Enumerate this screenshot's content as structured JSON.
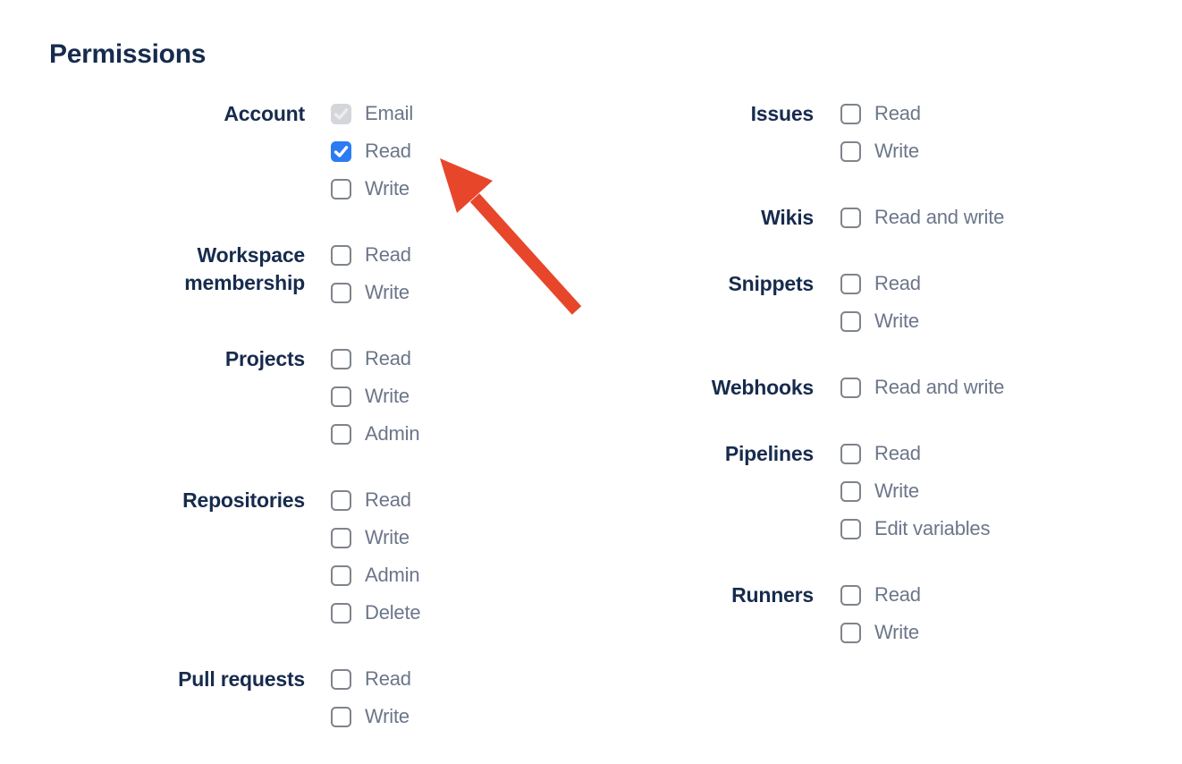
{
  "heading": "Permissions",
  "colors": {
    "label_color": "#172b4d",
    "option_color": "#6b7689",
    "unchecked_border": "#7f848b",
    "checked_bg": "#2b7cf2",
    "disabled_bg": "#d4d6d9",
    "disabled_check": "#ebedef",
    "arrow": "#e7462b"
  },
  "columns": [
    {
      "groups": [
        {
          "label": "Account",
          "options": [
            {
              "label": "Email",
              "state": "checked-disabled"
            },
            {
              "label": "Read",
              "state": "checked"
            },
            {
              "label": "Write",
              "state": "unchecked"
            }
          ]
        },
        {
          "label": "Workspace membership",
          "options": [
            {
              "label": "Read",
              "state": "unchecked"
            },
            {
              "label": "Write",
              "state": "unchecked"
            }
          ]
        },
        {
          "label": "Projects",
          "options": [
            {
              "label": "Read",
              "state": "unchecked"
            },
            {
              "label": "Write",
              "state": "unchecked"
            },
            {
              "label": "Admin",
              "state": "unchecked"
            }
          ]
        },
        {
          "label": "Repositories",
          "options": [
            {
              "label": "Read",
              "state": "unchecked"
            },
            {
              "label": "Write",
              "state": "unchecked"
            },
            {
              "label": "Admin",
              "state": "unchecked"
            },
            {
              "label": "Delete",
              "state": "unchecked"
            }
          ]
        },
        {
          "label": "Pull requests",
          "options": [
            {
              "label": "Read",
              "state": "unchecked"
            },
            {
              "label": "Write",
              "state": "unchecked"
            }
          ]
        }
      ]
    },
    {
      "groups": [
        {
          "label": "Issues",
          "options": [
            {
              "label": "Read",
              "state": "unchecked"
            },
            {
              "label": "Write",
              "state": "unchecked"
            }
          ]
        },
        {
          "label": "Wikis",
          "options": [
            {
              "label": "Read and write",
              "state": "unchecked"
            }
          ]
        },
        {
          "label": "Snippets",
          "options": [
            {
              "label": "Read",
              "state": "unchecked"
            },
            {
              "label": "Write",
              "state": "unchecked"
            }
          ]
        },
        {
          "label": "Webhooks",
          "options": [
            {
              "label": "Read and write",
              "state": "unchecked"
            }
          ]
        },
        {
          "label": "Pipelines",
          "options": [
            {
              "label": "Read",
              "state": "unchecked"
            },
            {
              "label": "Write",
              "state": "unchecked"
            },
            {
              "label": "Edit variables",
              "state": "unchecked"
            }
          ]
        },
        {
          "label": "Runners",
          "options": [
            {
              "label": "Read",
              "state": "unchecked"
            },
            {
              "label": "Write",
              "state": "unchecked"
            }
          ]
        }
      ]
    }
  ],
  "annotation": {
    "type": "arrow",
    "color": "#e7462b",
    "points_at": "account-read-checkbox"
  }
}
